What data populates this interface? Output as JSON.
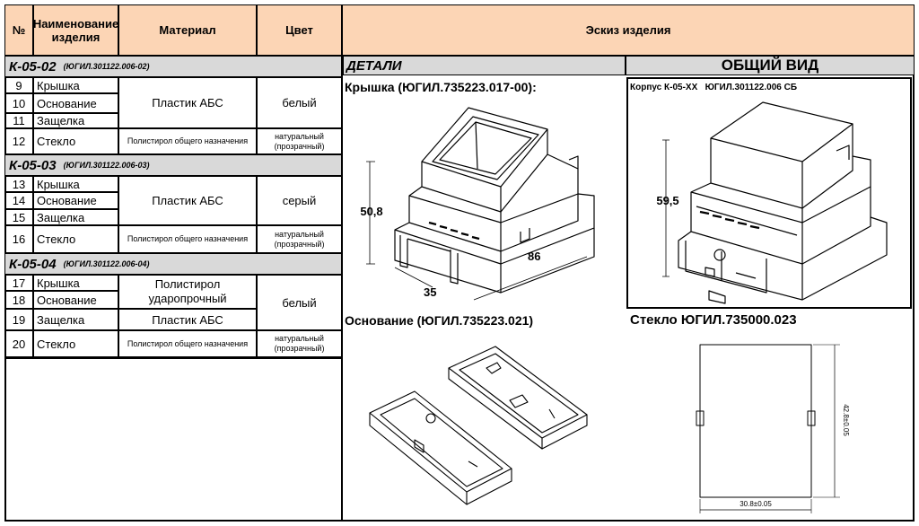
{
  "header": {
    "num": "№",
    "name": "Наименование изделия",
    "material": "Материал",
    "color": "Цвет",
    "sketch": "Эскиз изделия"
  },
  "groups": [
    {
      "title": "К-05-02",
      "code": "(ЮГИЛ.301122.006-02)",
      "rows": [
        {
          "num": "9",
          "name": "Крышка"
        },
        {
          "num": "10",
          "name": "Основание"
        },
        {
          "num": "11",
          "name": "Защелка"
        },
        {
          "num": "12",
          "name": "Стекло"
        }
      ],
      "material_main": "Пластик АБС",
      "color_main": "белый",
      "material_glass": "Полистирол общего назначения",
      "color_glass": "натуральный (прозрачный)"
    },
    {
      "title": "К-05-03",
      "code": "(ЮГИЛ.301122.006-03)",
      "rows": [
        {
          "num": "13",
          "name": "Крышка"
        },
        {
          "num": "14",
          "name": "Основание"
        },
        {
          "num": "15",
          "name": "Защелка"
        },
        {
          "num": "16",
          "name": "Стекло"
        }
      ],
      "material_main": "Пластик АБС",
      "color_main": "серый",
      "material_glass": "Полистирол общего назначения",
      "color_glass": "натуральный (прозрачный)"
    },
    {
      "title": "К-05-04",
      "code": "(ЮГИЛ.301122.006-04)",
      "rows": [
        {
          "num": "17",
          "name": "Крышка"
        },
        {
          "num": "18",
          "name": "Основание"
        },
        {
          "num": "19",
          "name": "Защелка"
        },
        {
          "num": "20",
          "name": "Стекло"
        }
      ],
      "material_main": "Полистирол ударопрочный",
      "material_latch": "Пластик АБС",
      "color_main": "белый",
      "material_glass": "Полистирол общего назначения",
      "color_glass": "натуральный (прозрачный)"
    }
  ],
  "sketch": {
    "details_label": "ДЕТАЛИ",
    "general_label": "ОБЩИЙ ВИД",
    "cover_title": "Крышка (ЮГИЛ.735223.017-00):",
    "base_title": "Основание (ЮГИЛ.735223.021)",
    "glass_title": "Стекло ЮГИЛ.735000.023",
    "assembly_title": "Корпус К-05-ХХ   ЮГИЛ.301122.006 СБ",
    "dim_height": "50,8",
    "dim_width": "35",
    "dim_length": "86",
    "dim_assembly_height": "59,5",
    "dim_glass_w": "30.8±0.05",
    "dim_glass_h": "42.8±0.05"
  }
}
